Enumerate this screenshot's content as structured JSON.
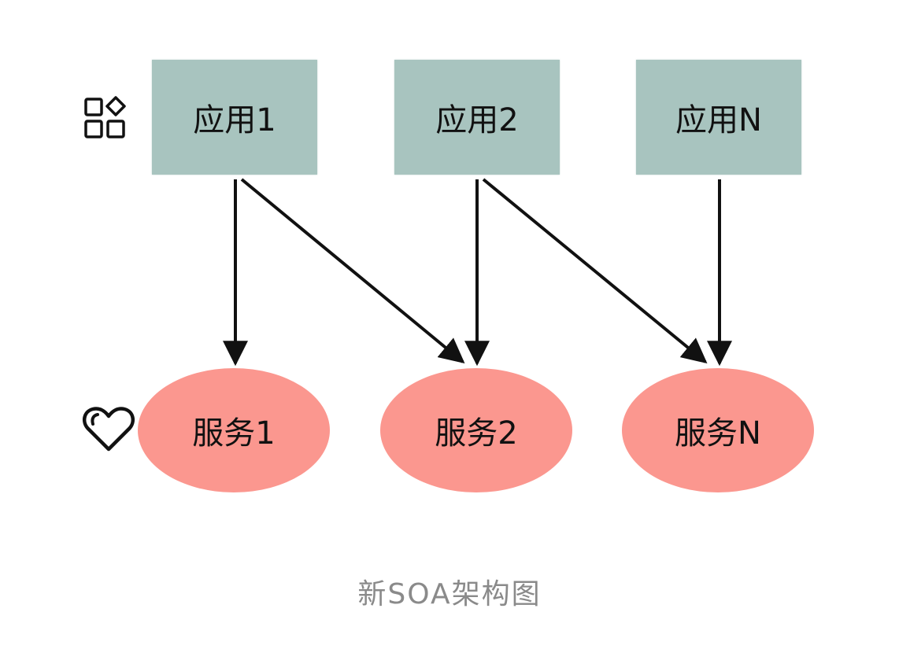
{
  "diagram": {
    "applications": [
      {
        "id": "app1",
        "label": "应用1"
      },
      {
        "id": "app2",
        "label": "应用2"
      },
      {
        "id": "appN",
        "label": "应用N"
      }
    ],
    "services": [
      {
        "id": "svc1",
        "label": "服务1"
      },
      {
        "id": "svc2",
        "label": "服务2"
      },
      {
        "id": "svcN",
        "label": "服务N"
      }
    ],
    "edges": [
      {
        "from": "app1",
        "to": "svc1"
      },
      {
        "from": "app1",
        "to": "svc2"
      },
      {
        "from": "app2",
        "to": "svc2"
      },
      {
        "from": "app2",
        "to": "svcN"
      },
      {
        "from": "appN",
        "to": "svcN"
      }
    ],
    "row_icons": {
      "applications": "apps-grid-icon",
      "services": "heart-icon"
    },
    "caption": "新SOA架构图"
  },
  "colors": {
    "application_fill": "#a8c4bf",
    "service_fill": "#fb978f",
    "arrow": "#111111",
    "caption": "#8a8a8a"
  }
}
